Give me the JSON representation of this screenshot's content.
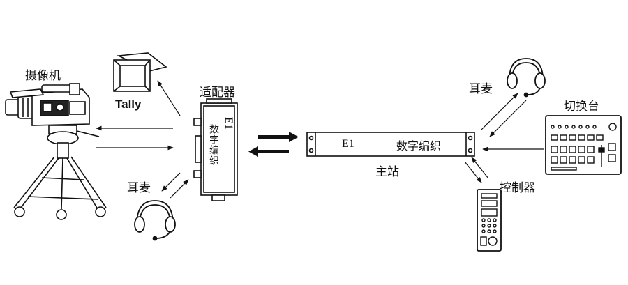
{
  "labels": {
    "camera": "摄像机",
    "tally": "Tally",
    "adapter": "适配器",
    "headset_left": "耳麦",
    "adapter_code": "E1",
    "adapter_digital": "数字编织",
    "station_code": "E1",
    "station_digital": "数字编织",
    "station": "主站",
    "headset_right": "耳麦",
    "switcher": "切换台",
    "controller": "控制器"
  },
  "colors": {
    "line": "#111111",
    "fill": "#ffffff"
  }
}
